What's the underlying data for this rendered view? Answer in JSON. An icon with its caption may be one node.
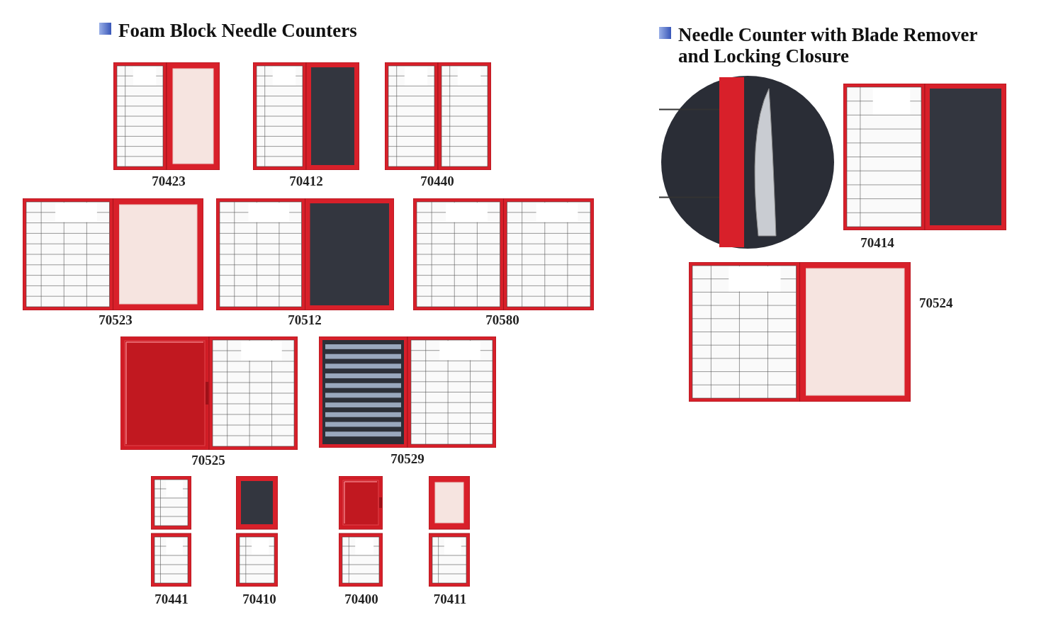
{
  "diagram": {
    "nodes": [
      {
        "text": [],
        "shape": "picture",
        "beside": [
          "70423"
        ]
      },
      {
        "text": [],
        "shape": "picture",
        "beside": [
          "70412"
        ]
      },
      {
        "text": [],
        "shape": "picture",
        "beside": [
          "70440"
        ]
      },
      {
        "text": [],
        "shape": "picture",
        "beside": [
          "70523"
        ]
      },
      {
        "text": [],
        "shape": "picture",
        "beside": [
          "70512"
        ]
      },
      {
        "text": [],
        "shape": "picture",
        "beside": [
          "70580"
        ]
      },
      {
        "text": [],
        "shape": "picture",
        "beside": [
          "70525"
        ]
      },
      {
        "text": [],
        "shape": "picture",
        "beside": [
          "70529"
        ]
      },
      {
        "text": [],
        "shape": "picture",
        "beside": [
          "70441"
        ]
      },
      {
        "text": [],
        "shape": "picture",
        "beside": [
          "70410"
        ]
      },
      {
        "text": [],
        "shape": "picture",
        "beside": [
          "70400"
        ]
      },
      {
        "text": [],
        "shape": "picture",
        "beside": [
          "70411"
        ]
      },
      {
        "text": [],
        "shape": "picture"
      },
      {
        "text": [],
        "shape": "picture",
        "beside": [
          "70414"
        ]
      },
      {
        "text": [],
        "shape": "picture",
        "beside": [
          "70524"
        ]
      }
    ],
    "labels": [
      "Foam Block Needle Counters",
      "Needle Counter with Blade Remover and Locking Closure"
    ]
  }
}
